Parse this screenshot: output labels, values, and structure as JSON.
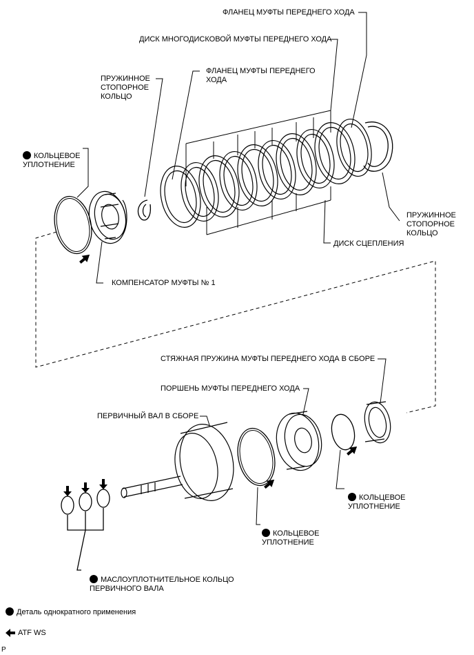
{
  "labels": {
    "forward_clutch_flange_top": "ФЛАНЕЦ МУФТЫ ПЕРЕДНЕГО ХОДА",
    "forward_clutch_disc": "ДИСК МНОГОДИСКОВОЙ МУФТЫ ПЕРЕДНЕГО ХОДА",
    "forward_clutch_flange": "ФЛАНЕЦ МУФТЫ ПЕРЕДНЕГО\nХОДА",
    "snap_ring_left": "ПРУЖИННОЕ\nСТОПОРНОЕ\nКОЛЬЦО",
    "o_ring_top": "КОЛЬЦЕВОЕ\nУПЛОТНЕНИЕ",
    "snap_ring_right": "ПРУЖИННОЕ\nСТОПОРНОЕ\nКОЛЬЦО",
    "clutch_plate": "ДИСК СЦЕПЛЕНИЯ",
    "clutch_balancer": "КОМПЕНСАТОР МУФТЫ № 1",
    "return_spring": "СТЯЖНАЯ ПРУЖИНА МУФТЫ ПЕРЕДНЕГО ХОДА В СБОРЕ",
    "forward_piston": "ПОРШЕНЬ МУФТЫ ПЕРЕДНЕГО ХОДА",
    "input_shaft": "ПЕРВИЧНЫЙ ВАЛ В СБОРЕ",
    "o_ring_right": "КОЛЬЦЕВОЕ\nУПЛОТНЕНИЕ",
    "o_ring_bottom": "КОЛЬЦЕВОЕ\nУПЛОТНЕНИЕ",
    "oil_seal_ring": "МАСЛОУПЛОТНИТЕЛЬНОЕ КОЛЬЦО\nПЕРВИЧНОГО ВАЛА"
  },
  "legend": {
    "non_reusable": "Деталь однократного применения",
    "atf": "ATF WS"
  },
  "page_marker": "P"
}
